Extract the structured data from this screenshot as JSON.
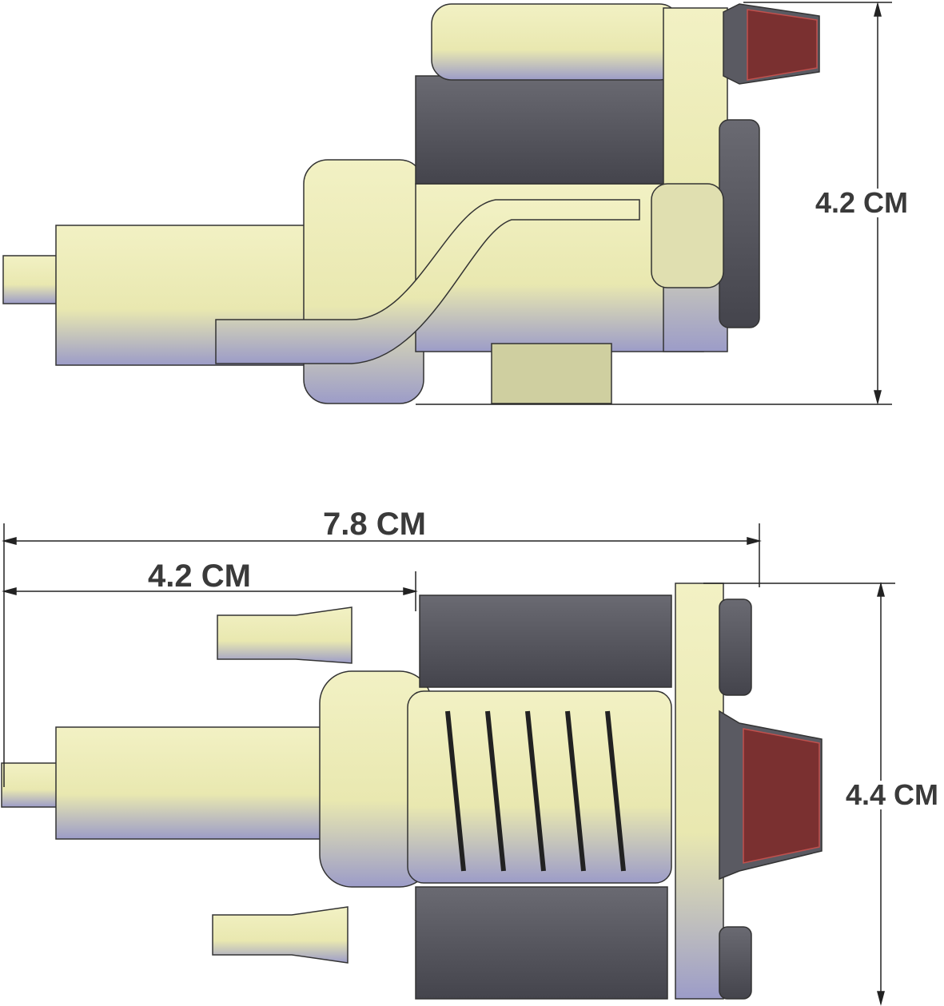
{
  "side_view": {
    "height_label": "4.2 CM"
  },
  "top_view": {
    "overall_length_label": "7.8 CM",
    "transmission_length_label": "4.2 CM",
    "width_label": "4.4 CM"
  },
  "colors": {
    "body": "#ecebb4",
    "shade": "#8c8cc4",
    "dark": "#555560",
    "filter": "#c0504d",
    "dimension_line": "#222222"
  }
}
